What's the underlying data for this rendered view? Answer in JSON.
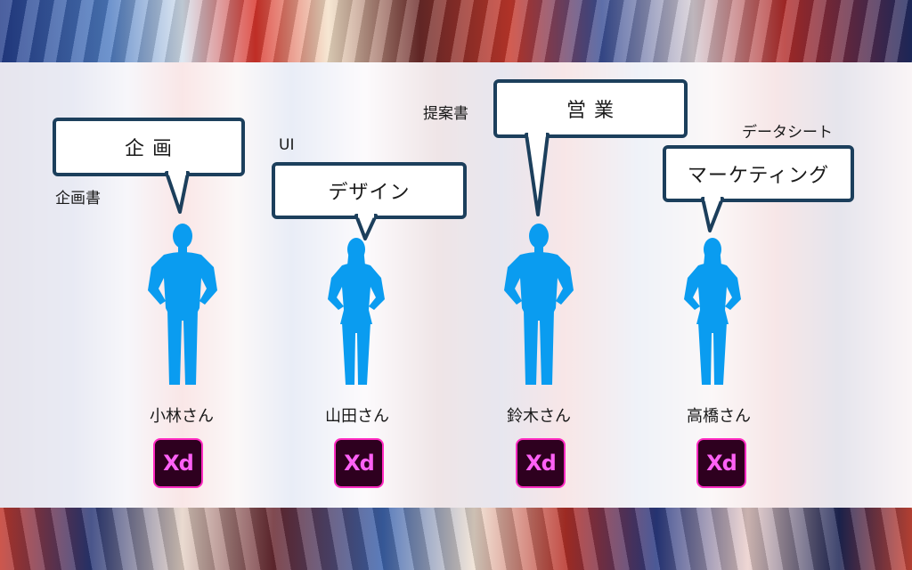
{
  "people": [
    {
      "name": "小林さん",
      "role": "企 画",
      "note": "企画書",
      "figure": "man"
    },
    {
      "name": "山田さん",
      "role": "デザイン",
      "note": "UI",
      "figure": "woman"
    },
    {
      "name": "鈴木さん",
      "role": "営 業",
      "note": "提案書",
      "figure": "man"
    },
    {
      "name": "高橋さん",
      "role": "マーケティング",
      "note": "データシート",
      "figure": "woman"
    }
  ],
  "app_icon": {
    "label": "Xd",
    "name": "adobe-xd-icon"
  },
  "colors": {
    "figure": "#0a9cf0",
    "bubble_border": "#1c3f5c",
    "xd_background": "#2e001f",
    "xd_accent": "#ff61f6"
  }
}
